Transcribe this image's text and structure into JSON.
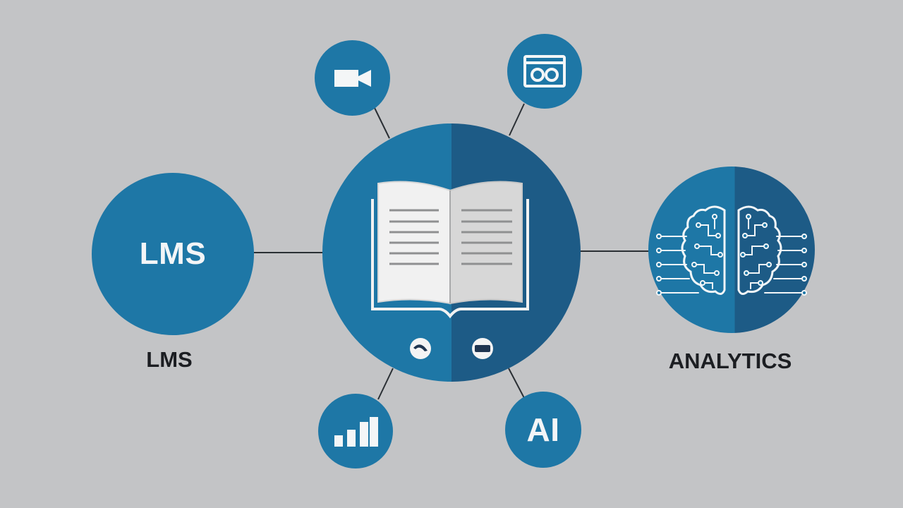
{
  "nodes": {
    "left": {
      "circle_text": "LMS",
      "caption": "LMS"
    },
    "right": {
      "caption": "ANALYTICS",
      "icon": "circuit-brain-icon"
    },
    "center": {
      "icon": "open-book-icon",
      "controls": [
        "toggle-left-icon",
        "toggle-right-icon"
      ]
    },
    "satellites": {
      "top_left": {
        "icon": "video-camera-icon"
      },
      "top_right": {
        "icon": "media-player-icon"
      },
      "bottom_left": {
        "icon": "bar-chart-icon"
      },
      "bottom_right": {
        "label": "AI"
      }
    }
  },
  "colors": {
    "background": "#c3c4c6",
    "primary": "#1e77a6",
    "primary_dark": "#1d5b86",
    "line": "#2a2f34",
    "text_dark": "#1c1e22",
    "text_light": "#f3f5f7"
  }
}
